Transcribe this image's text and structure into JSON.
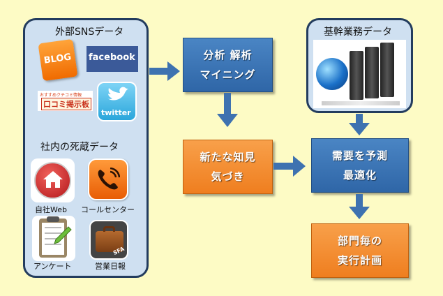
{
  "external": {
    "title": "外部SNSデータ",
    "blog": "BLOG",
    "facebook": "facebook",
    "kuchikomi_small": "おすすめクチコミ情報",
    "kuchikomi": "口コミ掲示板",
    "twitter": "twitter"
  },
  "internal": {
    "title": "社内の死蔵データ",
    "website": "自社Web",
    "callcenter": "コールセンター",
    "survey": "アンケート",
    "daily": "営業日報",
    "sfa": "SFA"
  },
  "core": {
    "title": "基幹業務データ"
  },
  "flow": {
    "analysis": [
      "分析 解析",
      "マイニング"
    ],
    "insight": [
      "新たな知見",
      "気づき"
    ],
    "forecast": [
      "需要を予測",
      "最適化"
    ],
    "plan": [
      "部門毎の",
      "実行計画"
    ]
  },
  "colors": {
    "background": "#FDFBC5",
    "panel": "#CFE0F1",
    "blue_box": "#3A73B5",
    "orange_box": "#F39234",
    "arrow": "#3E72B0"
  }
}
